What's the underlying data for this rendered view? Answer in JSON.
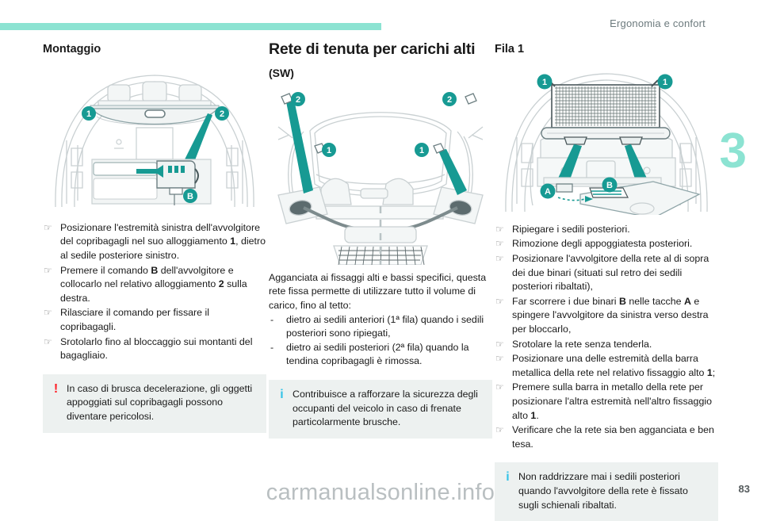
{
  "header": {
    "title": "Ergonomia e confort",
    "rule_color": "#8ce3d2"
  },
  "chapter": {
    "number": "3",
    "color": "#8ce3d2"
  },
  "columns": {
    "left": {
      "heading": "Montaggio",
      "figure": {
        "name": "parcel-shelf-mounting-illustration",
        "callouts": [
          "1",
          "2",
          "B"
        ]
      },
      "steps": [
        "Posizionare l'estremità sinistra dell'avvolgitore del copribagagli nel suo alloggiamento 1, dietro al sedile posteriore sinistro.",
        "Premere il comando B dell'avvolgitore e collocarlo nel relativo alloggiamento 2 sulla destra.",
        "Rilasciare il comando per fissare il copribagagli.",
        "Srotolarlo fino al bloccaggio sui montanti del bagagliaio."
      ],
      "warning": {
        "glyph": "!",
        "glyph_name": "warning-icon",
        "color": "#ff1d25",
        "text": "In caso di brusca decelerazione, gli oggetti appoggiati sul copribagagli possono diventare pericolosi."
      }
    },
    "middle": {
      "heading": "Rete di tenuta per carichi alti",
      "subheading": "(SW)",
      "figure": {
        "name": "high-load-retaining-net-illustration",
        "callouts": [
          "1",
          "1",
          "2",
          "2"
        ]
      },
      "intro": "Agganciata ai fissaggi alti e bassi specifici, questa rete fissa permette di utilizzare tutto il volume di carico, fino al tetto:",
      "dashes": [
        "dietro ai sedili anteriori (1ª fila) quando i sedili posteriori sono ripiegati,",
        "dietro ai sedili posteriori (2ª fila) quando la tendina copribagagli è rimossa."
      ],
      "info": {
        "glyph": "i",
        "glyph_name": "info-icon",
        "color": "#35c3e8",
        "text": "Contribuisce a rafforzare la sicurezza degli occupanti del veicolo in caso di frenate particolarmente brusche."
      }
    },
    "right": {
      "heading": "Fila 1",
      "figure": {
        "name": "row-one-net-installation-illustration",
        "callouts": [
          "1",
          "1",
          "A",
          "B"
        ]
      },
      "steps": [
        "Ripiegare i sedili posteriori.",
        "Rimozione degli appoggiatesta posteriori.",
        "Posizionare l'avvolgitore della rete al di sopra dei due binari (situati sul retro dei sedili posteriori ribaltati),",
        "Far scorrere i due binari B nelle tacche A e spingere l'avvolgitore da sinistra verso destra per bloccarlo,",
        "Srotolare la rete senza tenderla.",
        "Posizionare una delle estremità della barra metallica della rete nel relativo fissaggio alto 1;",
        "Premere sulla barra in metallo della rete per posizionare l'altra estremità nell'altro fissaggio alto 1.",
        "Verificare che la rete sia ben agganciata e ben tesa."
      ],
      "info": {
        "glyph": "i",
        "glyph_name": "info-icon",
        "color": "#35c3e8",
        "text": "Non raddrizzare mai i sedili posteriori quando l'avvolgitore della rete è fissato sugli schienali ribaltati."
      }
    }
  },
  "footer": {
    "watermark": "carmanualsonline.info",
    "page_number": "83"
  },
  "icons": {
    "bullet_hand": "☞",
    "dash": "-"
  }
}
